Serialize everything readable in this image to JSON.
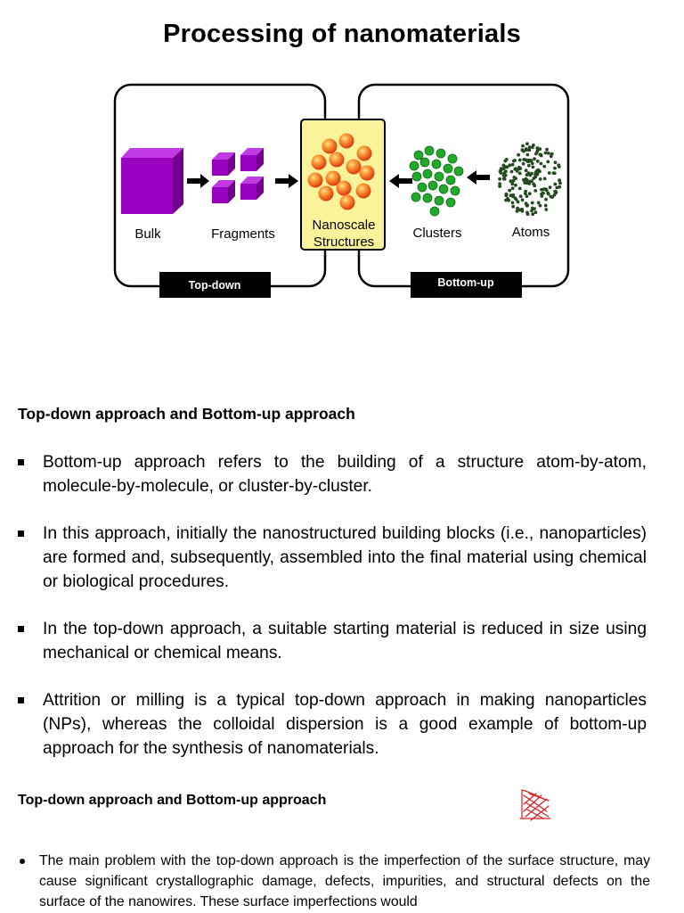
{
  "title": "Processing of nanomaterials",
  "figure": {
    "labels": {
      "bulk": "Bulk",
      "fragments": "Fragments",
      "nanoscale_line1": "Nanoscale",
      "nanoscale_line2": "Structures",
      "clusters": "Clusters",
      "atoms": "Atoms"
    },
    "tags": {
      "top_down": "Top-down",
      "bottom_up": "Bottom-up"
    },
    "colors": {
      "cube": "#a000c8",
      "center_box": "#fbf39a",
      "sphere": "#f07018",
      "cluster": "#22a82a",
      "atom": "#244a20",
      "tag": "#000000"
    }
  },
  "section1": {
    "heading": "Top-down approach and Bottom-up approach",
    "bullets": [
      "Bottom-up approach refers to the building of a structure atom-by-atom, molecule-by-molecule, or cluster-by-cluster.",
      "In this approach, initially the nanostructured building blocks (i.e., nanoparticles) are formed and, subsequently, assembled into the final material using chemical or biological procedures.",
      "In the top-down approach, a suitable starting material is reduced in size using mechanical or chemical means.",
      "Attrition or milling is a typical top-down approach in making nanoparticles (NPs), whereas the colloidal dispersion is a good example of bottom-up approach for the synthesis of nanomaterials."
    ]
  },
  "section2": {
    "heading": "Top-down approach and Bottom-up approach",
    "bullets": [
      "The main problem with the top-down approach is the imperfection of the surface structure, may cause significant crystallographic damage, defects, impurities, and structural defects on the surface of the nanowires. These surface imperfections would"
    ]
  }
}
